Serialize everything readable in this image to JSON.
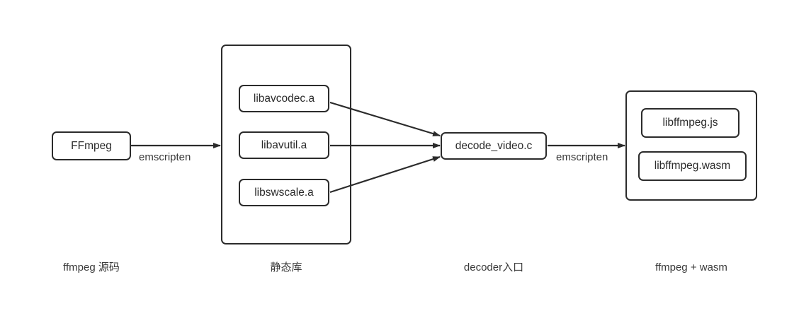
{
  "diagram": {
    "title_present": false,
    "background_color": "#ffffff",
    "stroke_color": "#2b2b2b",
    "text_color": "#2b2b2b",
    "nodes": {
      "source": {
        "label": "FFmpeg"
      },
      "static_libs": [
        {
          "label": "libavcodec.a"
        },
        {
          "label": "libavutil.a"
        },
        {
          "label": "libswscale.a"
        }
      ],
      "decoder": {
        "label": "decode_video.c"
      },
      "outputs": [
        {
          "label": "libffmpeg.js"
        },
        {
          "label": "libffmpeg.wasm"
        }
      ]
    },
    "edge_labels": {
      "source_to_libs": "emscripten",
      "decoder_to_outputs": "emscripten"
    },
    "captions": [
      {
        "text": "ffmpeg 源码"
      },
      {
        "text": "静态库"
      },
      {
        "text": "decoder入口"
      },
      {
        "text": "ffmpeg + wasm"
      }
    ]
  }
}
